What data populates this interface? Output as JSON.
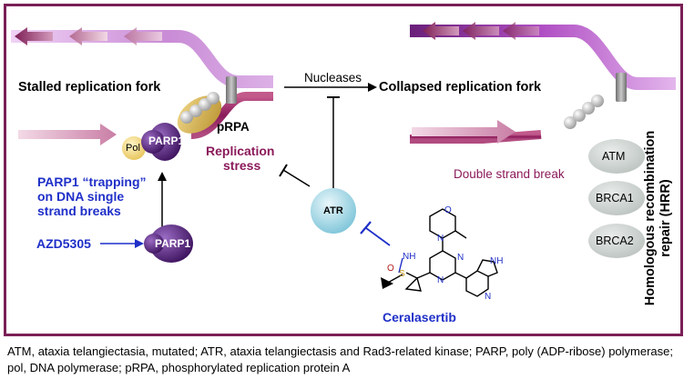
{
  "labels": {
    "stalled_fork": "Stalled replication fork",
    "collapsed_fork": "Collapsed replication fork",
    "nucleases": "Nucleases",
    "prpa": "pRPA",
    "pol": "Pol",
    "parp1_fork": "PARP1",
    "replication_stress_1": "Replication",
    "replication_stress_2": "stress",
    "trapping_1": "PARP1 “trapping”",
    "trapping_2": "on DNA single",
    "trapping_3": "strand breaks",
    "azd5305": "AZD5305",
    "parp1_free": "PARP1",
    "atr": "ATR",
    "double_strand_break": "Double strand break",
    "atm": "ATM",
    "brca1": "BRCA1",
    "brca2": "BRCA2",
    "hrr_1": "Homologous recombination",
    "hrr_2": "repair (HRR)",
    "ceralasertib": "Ceralasertib",
    "struct_nh": "NH",
    "struct_o": "O",
    "struct_s": "S",
    "struct_n": "N",
    "struct_n_ring": "N",
    "struct_n_pyr1": "N",
    "struct_n_pyr2": "N",
    "struct_nh_indole": "NH",
    "struct_n_pyridine": "N"
  },
  "footer": "ATM, ataxia telangiectasia, mutated; ATR, ataxia telangiectasis and Rad3-related kinase; PARP, poly (ADP-ribose) polymerase; pol, DNA polymerase; pRPA, phosphorylated replication protein A",
  "colors": {
    "frame": "#7a1f56",
    "strand_light": "#d9a6e3",
    "strand_mid": "#b964c9",
    "strand_dark": "#8b1a5a",
    "parp_purple": "#5b2a86",
    "accent_blue": "#1f2fc8",
    "stress_text": "#8b1a5a",
    "atr_fill": "#a9dbe8",
    "grey_oval": "#c9cfcc"
  }
}
